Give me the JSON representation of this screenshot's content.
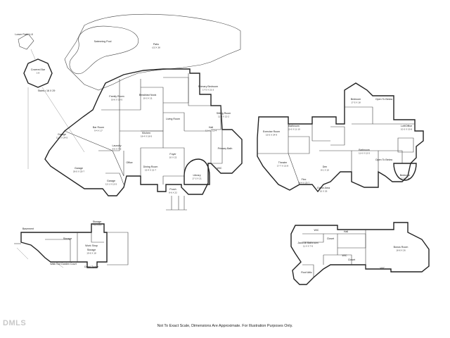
{
  "disclaimer": "Not To Exact Scale, Dimensions Are Approximate. For Illustration Purposes Only.",
  "logo": {
    "text": "DMLS"
  },
  "rooms": [
    {
      "id": "lower-patio",
      "name": "Lower Patio 1-8",
      "dims": ""
    },
    {
      "id": "covered-bar",
      "name": "Covered Bar",
      "dims": "1-8"
    },
    {
      "id": "stairs-patio",
      "name": "Stairs • 16 X 29",
      "dims": ""
    },
    {
      "id": "swimming-pool",
      "name": "Swimming Pool",
      "dims": ""
    },
    {
      "id": "patio",
      "name": "Patio",
      "dims": "t23 X 38"
    },
    {
      "id": "garage-1",
      "name": "Garage",
      "dims": "12-6 X 24-5"
    },
    {
      "id": "family-room",
      "name": "Family Room",
      "dims": "16-6 X 18-5"
    },
    {
      "id": "breakfast-nook",
      "name": "Breakfast Nook",
      "dims": "10-3 X 11"
    },
    {
      "id": "kitchen",
      "name": "Kitchen",
      "dims": "18-4 X 18-5"
    },
    {
      "id": "living-room",
      "name": "Living Room",
      "dims": ""
    },
    {
      "id": "primary-bedroom",
      "name": "Primary Bedroom",
      "dims": "17-5 X 21-3"
    },
    {
      "id": "sitting-room",
      "name": "Sitting Room",
      "dims": "11-9 X 12-2"
    },
    {
      "id": "hall",
      "name": "Hall",
      "dims": "12-4 X 12-4"
    },
    {
      "id": "bar-room",
      "name": "Bar Room",
      "dims": "9-4 X 17"
    },
    {
      "id": "garage-2",
      "name": "Garage",
      "dims": "26-5 X 25-7"
    },
    {
      "id": "garage-3",
      "name": "Garage",
      "dims": "12-1 X 12-5"
    },
    {
      "id": "laundry",
      "name": "Laundry",
      "dims": "8-5 X 7-5"
    },
    {
      "id": "office",
      "name": "Office",
      "dims": ""
    },
    {
      "id": "foyer",
      "name": "Foyer",
      "dims": "10 X 22"
    },
    {
      "id": "dining-room",
      "name": "Dining Room",
      "dims": "15-4 X 21-7"
    },
    {
      "id": "library",
      "name": "Library",
      "dims": "17-3 X 21"
    },
    {
      "id": "primary-bath",
      "name": "Primary Bath",
      "dims": ""
    },
    {
      "id": "wic",
      "name": "WIC",
      "dims": ""
    },
    {
      "id": "porch",
      "name": "Porch",
      "dims": "8-6 X 22"
    },
    {
      "id": "bedroom-1",
      "name": "Bedroom",
      "dims": "17-5 X 18"
    },
    {
      "id": "open-to-below-1",
      "name": "Open To Below",
      "dims": ""
    },
    {
      "id": "loft",
      "name": "Loft/Office",
      "dims": "10-3 X 15-8"
    },
    {
      "id": "exercise-room",
      "name": "Exercise Room",
      "dims": "15-5 X 24-9"
    },
    {
      "id": "bathroom-1",
      "name": "Bathroom",
      "dims": "11-6 X 11-10"
    },
    {
      "id": "theater",
      "name": "Theater",
      "dims": "17-7 X 21-8"
    },
    {
      "id": "den",
      "name": "Den",
      "dims": "8-1 X 10"
    },
    {
      "id": "bathroom-2",
      "name": "Bathroom",
      "dims": "11-6 X 12-5"
    },
    {
      "id": "open-to-below-2",
      "name": "Open To Below",
      "dims": ""
    },
    {
      "id": "bedroom-2",
      "name": "Bedroom",
      "dims": "17-5 X 16"
    },
    {
      "id": "flex",
      "name": "Flex",
      "dims": "18-4 X 25-7"
    },
    {
      "id": "game-area",
      "name": "Game Area",
      "dims": "16 X 26"
    },
    {
      "id": "basement",
      "name": "Basement",
      "dims": ""
    },
    {
      "id": "storage-1",
      "name": "Storage",
      "dims": "7-8 X 8-5"
    },
    {
      "id": "storage-2",
      "name": "Storage",
      "dims": ""
    },
    {
      "id": "work-shop",
      "name": "Work Shop",
      "dims": ""
    },
    {
      "id": "storage-3",
      "name": "Storage",
      "dims": "19-6 X 18"
    },
    {
      "id": "crawl-space",
      "name": "Crawl Space",
      "dims": ""
    },
    {
      "id": "walk-out",
      "name": "Walk Out Garden Court",
      "dims": ""
    },
    {
      "id": "bonus-room",
      "name": "Bonus Room",
      "dims": "18-8 X 26"
    },
    {
      "id": "jack-jill",
      "name": "Jack/Jill Bathroom",
      "dims": "11-4 X 7-6"
    },
    {
      "id": "closet",
      "name": "Closet",
      "dims": ""
    },
    {
      "id": "wic-2",
      "name": "WIC",
      "dims": ""
    },
    {
      "id": "hall-2",
      "name": "Hall",
      "dims": ""
    },
    {
      "id": "wic-3",
      "name": "WIC",
      "dims": ""
    },
    {
      "id": "roof-attic",
      "name": "Roof Attic",
      "dims": ""
    },
    {
      "id": "closet-2",
      "name": "Closet",
      "dims": ""
    },
    {
      "id": "wic-4",
      "name": "WIC",
      "dims": ""
    }
  ]
}
